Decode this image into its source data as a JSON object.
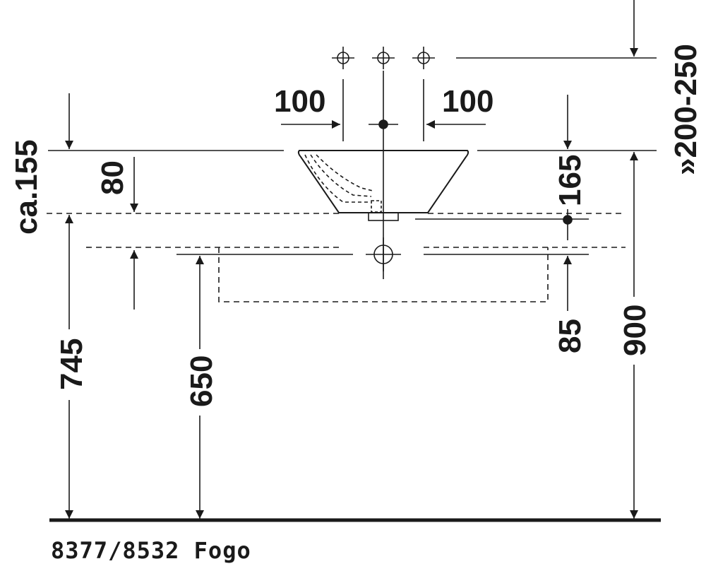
{
  "dimensions": {
    "spacing_left": "100",
    "spacing_right": "100",
    "tap_height": "»200-250",
    "overall_height": "ca.155",
    "rim_offset": "80",
    "bowl_height": "165",
    "counter_height": "745",
    "cabinet_height": "650",
    "drain_offset": "85",
    "tap_elevation": "900"
  },
  "caption": "8377/8532 Fogo",
  "colors": {
    "line": "#1a1a1a",
    "background": "#ffffff"
  }
}
